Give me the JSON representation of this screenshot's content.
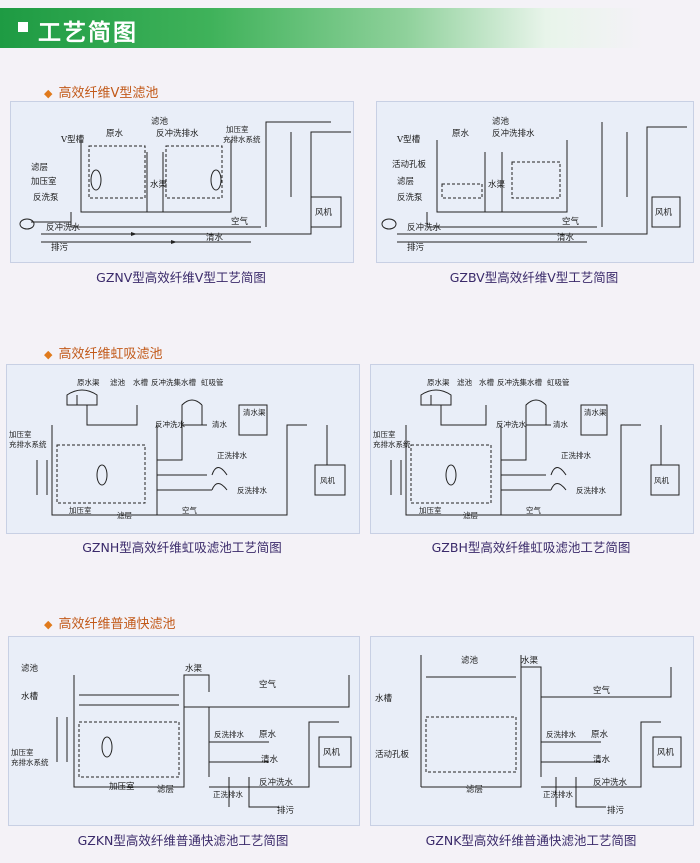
{
  "header": {
    "title": "工艺简图"
  },
  "sections": [
    {
      "title": "高效纤维V型滤池"
    },
    {
      "title": "高效纤维虹吸滤池"
    },
    {
      "title": "高效纤维普通快滤池"
    }
  ],
  "diagrams": {
    "gznv": {
      "caption": "GZNV型高效纤维V型工艺简图",
      "labels": [
        "V型槽",
        "原水",
        "滤池",
        "反冲洗排水",
        "加压室",
        "充排水系统",
        "滤层",
        "加压室",
        "反洗泵",
        "水渠",
        "空气",
        "风机",
        "反冲洗水",
        "清水",
        "排污"
      ]
    },
    "gzbv": {
      "caption": "GZBV型高效纤维V型工艺简图",
      "labels": [
        "V型槽",
        "原水",
        "滤池",
        "反冲洗排水",
        "活动孔板",
        "滤层",
        "反洗泵",
        "水渠",
        "空气",
        "风机",
        "反冲洗水",
        "清水",
        "排污"
      ]
    },
    "gznh": {
      "caption": "GZNH型高效纤维虹吸滤池工艺简图",
      "labels": [
        "原水渠",
        "滤池",
        "水槽",
        "反冲洗集水槽",
        "虹吸管",
        "反冲洗水",
        "清水",
        "清水渠",
        "加压室",
        "充排水系统",
        "正洗排水",
        "反洗排水",
        "风机",
        "加压室",
        "滤层",
        "空气"
      ]
    },
    "gzbh": {
      "caption": "GZBH型高效纤维虹吸滤池工艺简图",
      "labels": [
        "原水渠",
        "滤池",
        "水槽",
        "反冲洗集水槽",
        "虹吸管",
        "反冲洗水",
        "清水",
        "清水渠",
        "加压室",
        "充排水系统",
        "正洗排水",
        "反洗排水",
        "风机",
        "加压室",
        "滤层",
        "空气"
      ]
    },
    "gzkn": {
      "caption": "GZKN型高效纤维普通快滤池工艺简图",
      "labels": [
        "滤池",
        "水渠",
        "水槽",
        "空气",
        "加压室",
        "充排水系统",
        "反洗排水",
        "原水",
        "风机",
        "加压室",
        "滤层",
        "清水",
        "正洗排水",
        "反冲洗水",
        "排污"
      ]
    },
    "gzbk": {
      "caption": "GZNK型高效纤维普通快滤池工艺简图",
      "labels": [
        "滤池",
        "水渠",
        "水槽",
        "空气",
        "反洗排水",
        "原水",
        "活动孔板",
        "风机",
        "清水",
        "正洗排水",
        "反冲洗水",
        "滤层",
        "排污"
      ]
    }
  }
}
